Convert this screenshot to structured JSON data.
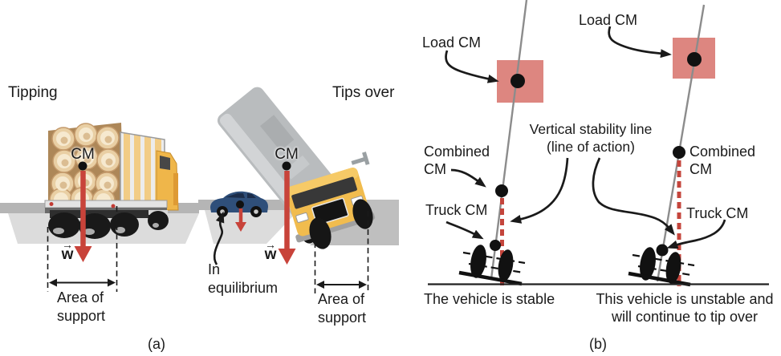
{
  "panel_a": {
    "label": "(a)",
    "tipping": {
      "title": "Tipping",
      "cm_label": "CM",
      "weight_label": "w",
      "vector_arrow": "→",
      "area_label": "Area of\nsupport"
    },
    "tips_over": {
      "title": "Tips over",
      "cm_label": "CM",
      "weight_label": "w",
      "vector_arrow": "→",
      "equilibrium_label": "In\nequilibrium",
      "area_label": "Area of\nsupport"
    }
  },
  "panel_b": {
    "label": "(b)",
    "stability_line_label": "Vertical stability line\n(line of action)",
    "stable": {
      "load_cm_label": "Load CM",
      "combined_cm_label": "Combined\nCM",
      "truck_cm_label": "Truck CM",
      "caption": "The vehicle is stable"
    },
    "unstable": {
      "load_cm_label": "Load CM",
      "combined_cm_label": "Combined\nCM",
      "truck_cm_label": "Truck CM",
      "caption": "This vehicle is unstable and\nwill continue to tip over"
    }
  },
  "colors": {
    "accent_red": "#c8433a",
    "load_square_pink": "#dd8680",
    "stability_dash_red": "#c4453c",
    "structure_gray": "#8c8c8c"
  }
}
